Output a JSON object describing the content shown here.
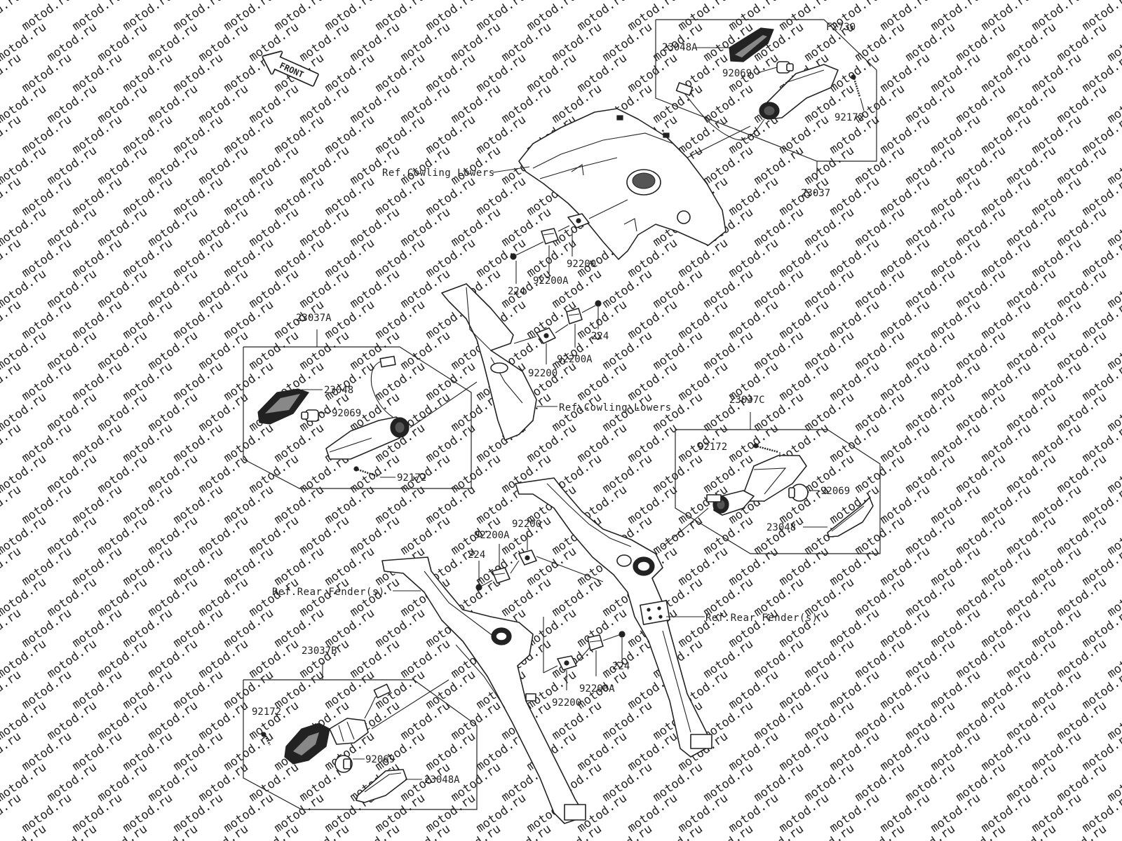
{
  "diagram_code": "F2730",
  "front_arrow": "FRONT",
  "watermark": "motod.ru",
  "ref_labels": {
    "cowling_top": "Ref.Cowling Lowers",
    "cowling_mid": "Ref.Cowling Lowers",
    "rear_fender_left": "Ref.Rear Fender(s)",
    "rear_fender_right": "Ref.Rear Fender(s)"
  },
  "assemblies": {
    "front_right": {
      "number": "23037",
      "parts": {
        "lens": "23048A",
        "bulb": "92069",
        "screw": "92172"
      }
    },
    "front_left": {
      "number": "23037A",
      "parts": {
        "lens": "23048",
        "bulb": "92069",
        "screw": "92172"
      }
    },
    "rear_right": {
      "number": "23037C",
      "parts": {
        "screw": "92172",
        "bulb": "92069",
        "lens": "23048"
      }
    },
    "rear_left": {
      "number": "23037B",
      "parts": {
        "screw": "92172",
        "bulb": "92069",
        "lens": "23048A"
      }
    }
  },
  "hardware": {
    "top": {
      "washer": "92200",
      "washer_a": "92200A",
      "nut": "224"
    },
    "mid": {
      "nut": "224",
      "washer_a": "92200A",
      "washer": "92200"
    },
    "rear_upper": {
      "washer": "92200",
      "washer_a": "92200A",
      "nut": "224"
    },
    "rear_lower": {
      "nut": "224",
      "washer_a": "92200A",
      "washer": "92200"
    }
  }
}
